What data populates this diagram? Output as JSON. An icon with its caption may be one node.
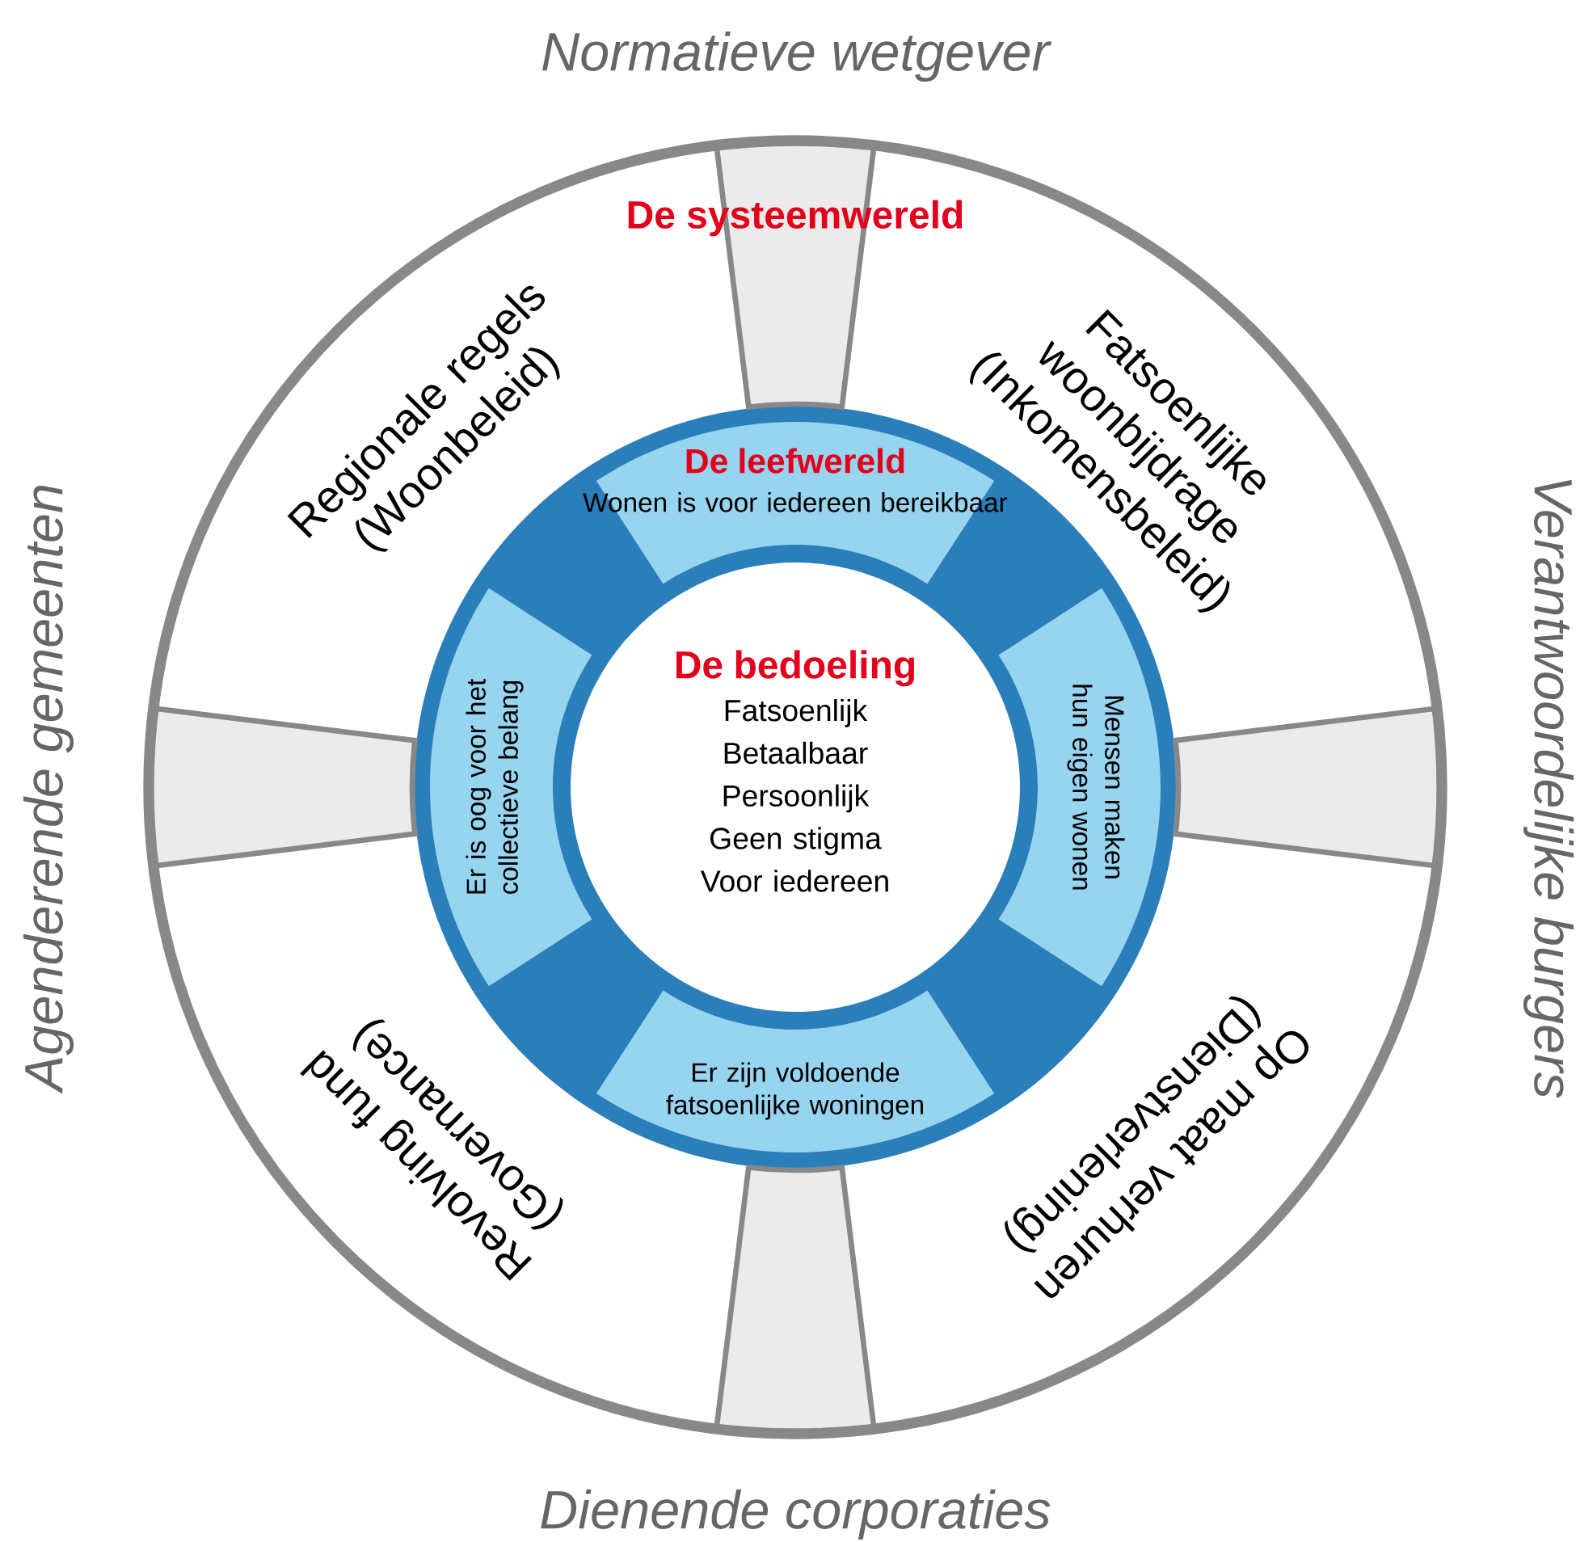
{
  "diagram": {
    "nodes": [
      {
        "text": [
          "De systeemwereld"
        ]
      },
      {
        "text": [
          "Regionale regels",
          "(Woonbeleid)"
        ],
        "in": 0
      },
      {
        "text": [
          "Fatsoenlijke woonbijdrage",
          "(Inkomensbeleid)"
        ],
        "in": 0
      },
      {
        "text": [
          "De leefwereld",
          "Wonen is voor iedereen bereikbaar"
        ],
        "in": 0
      },
      {
        "text": [
          "Er is oog voor het collectieve belang"
        ],
        "in": 0
      },
      {
        "text": [
          "De bedoeling",
          "Fatsoenlijk",
          "Betaalbaar",
          "Persoonlijk",
          "Geen stigma",
          "Voor iedereen"
        ],
        "in": 0
      },
      {
        "text": [
          "Mensen maken hun eigen wonen"
        ],
        "in": 0
      },
      {
        "text": [
          "Er zijn voldoende fatsoenlijke woningen"
        ],
        "in": 0
      },
      {
        "text": [
          "Revolving fund",
          "(Governance)"
        ],
        "in": 0
      },
      {
        "text": [
          "Op maat verhuren",
          "(Dienstverlening)"
        ],
        "in": 0
      }
    ],
    "labels": [
      "Normatieve wetgever",
      "Agenderende gemeenten",
      "Verantwoordelijke burgers",
      "Dienende corporaties"
    ]
  }
}
